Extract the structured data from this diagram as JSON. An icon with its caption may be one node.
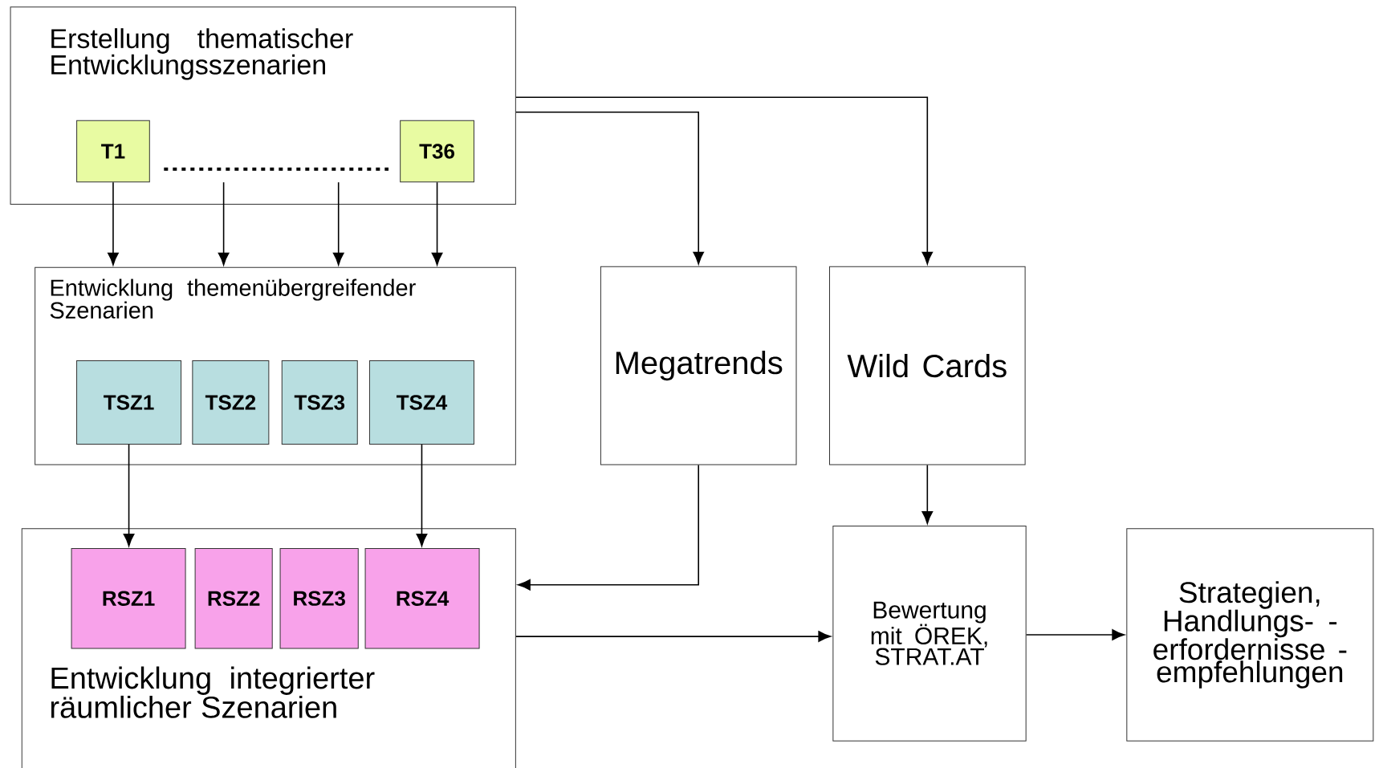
{
  "diagram": {
    "nodes": [
      {
        "text": [
          "Erstellung thematischer Entwicklungsszenarien"
        ]
      },
      {
        "text": [
          "T1"
        ],
        "in": 0
      },
      {
        "text": [
          "T36"
        ],
        "in": 0
      },
      {
        "text": [
          "Entwicklung themenübergreifender Szenarien"
        ]
      },
      {
        "text": [
          "TSZ1"
        ],
        "in": 3
      },
      {
        "text": [
          "TSZ2"
        ],
        "in": 3
      },
      {
        "text": [
          "TSZ3"
        ],
        "in": 3
      },
      {
        "text": [
          "TSZ4"
        ],
        "in": 3
      },
      {
        "text": [
          "Entwicklung integrierter räumlicher Szenarien"
        ]
      },
      {
        "text": [
          "RSZ1"
        ],
        "in": 8
      },
      {
        "text": [
          "RSZ2"
        ],
        "in": 8
      },
      {
        "text": [
          "RSZ3"
        ],
        "in": 8
      },
      {
        "text": [
          "RSZ4"
        ],
        "in": 8
      },
      {
        "text": [
          "Megatrends"
        ]
      },
      {
        "text": [
          "Wild Cards"
        ]
      },
      {
        "text": [
          "Bewertung mit ÖREK, STRAT.AT"
        ]
      },
      {
        "text": [
          "Strategien, Handlungs- -erfordernisse -empfehlungen"
        ]
      }
    ],
    "edges": [
      {
        "from": 1,
        "to": 3,
        "arrow": "to"
      },
      {
        "from": null,
        "to": 3,
        "arrow": "to"
      },
      {
        "from": null,
        "to": 3,
        "arrow": "to"
      },
      {
        "from": 2,
        "to": 3,
        "arrow": "to"
      },
      {
        "from": 4,
        "to": 9,
        "arrow": "to"
      },
      {
        "from": 7,
        "to": 12,
        "arrow": "to"
      },
      {
        "from": 0,
        "to": 13,
        "arrow": "to"
      },
      {
        "from": 0,
        "to": 14,
        "arrow": "to"
      },
      {
        "from": 13,
        "to": 8,
        "arrow": "to"
      },
      {
        "from": 14,
        "to": 15,
        "arrow": "to"
      },
      {
        "from": 8,
        "to": 15,
        "arrow": "to"
      },
      {
        "from": 15,
        "to": 16,
        "arrow": "to"
      }
    ]
  }
}
